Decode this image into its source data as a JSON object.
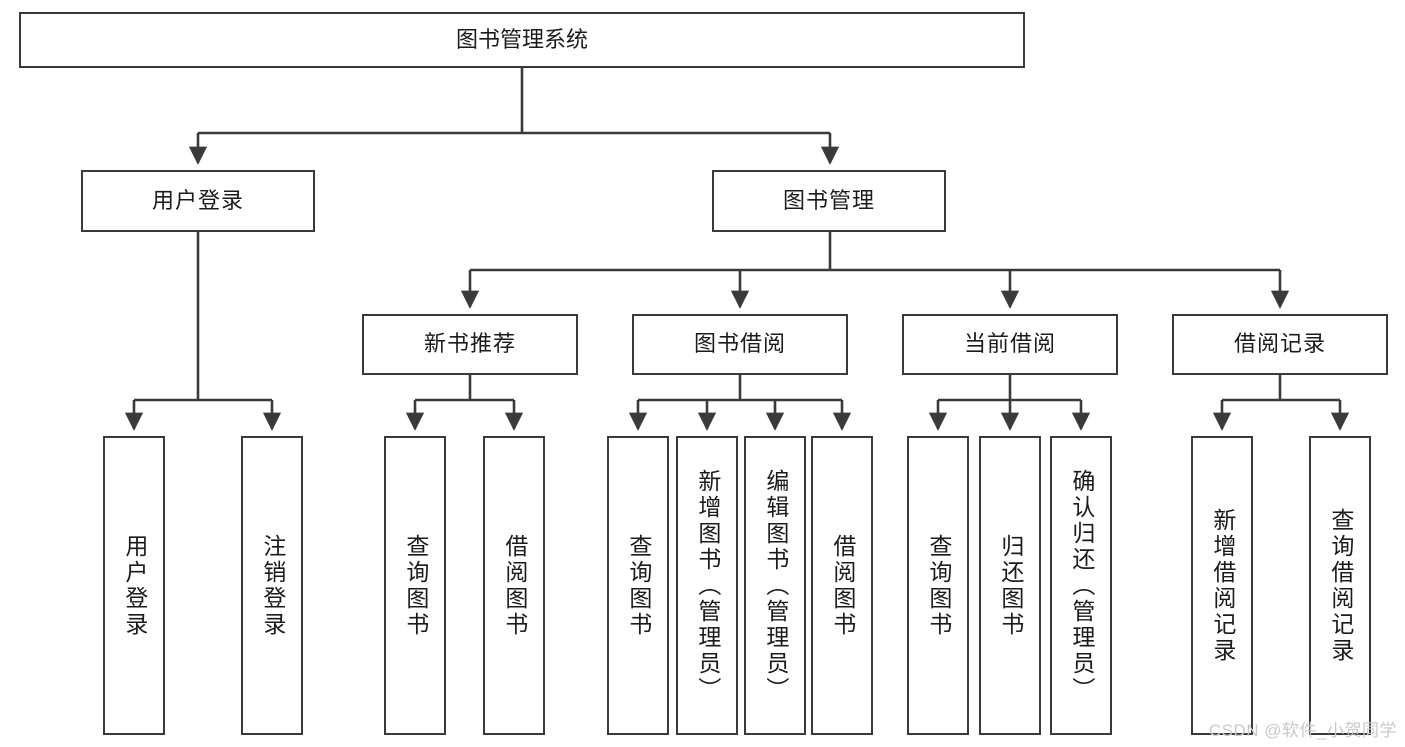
{
  "diagram": {
    "title": "图书管理系统",
    "type": "tree-hierarchy",
    "root": {
      "id": "root",
      "label": "图书管理系统"
    },
    "level2": [
      {
        "id": "user-login",
        "label": "用户登录"
      },
      {
        "id": "book-manage",
        "label": "图书管理"
      }
    ],
    "level3": [
      {
        "id": "new-book-rec",
        "label": "新书推荐"
      },
      {
        "id": "book-borrow",
        "label": "图书借阅"
      },
      {
        "id": "current-borrow",
        "label": "当前借阅"
      },
      {
        "id": "borrow-record",
        "label": "借阅记录"
      }
    ],
    "leaves": {
      "user_login": [
        {
          "id": "leaf-user-login",
          "label": "用户登录"
        },
        {
          "id": "leaf-user-logout",
          "label": "注销登录"
        }
      ],
      "new_book_rec": [
        {
          "id": "leaf-query-book-1",
          "label": "查询图书"
        },
        {
          "id": "leaf-borrow-book-1",
          "label": "借阅图书"
        }
      ],
      "book_borrow": [
        {
          "id": "leaf-query-book-2",
          "label": "查询图书"
        },
        {
          "id": "leaf-add-book",
          "label": "新增图书（管理员）"
        },
        {
          "id": "leaf-edit-book",
          "label": "编辑图书（管理员）"
        },
        {
          "id": "leaf-borrow-book-2",
          "label": "借阅图书"
        }
      ],
      "current_borrow": [
        {
          "id": "leaf-query-book-3",
          "label": "查询图书"
        },
        {
          "id": "leaf-return-book",
          "label": "归还图书"
        },
        {
          "id": "leaf-confirm-return",
          "label": "确认归还（管理员）"
        }
      ],
      "borrow_record": [
        {
          "id": "leaf-add-record",
          "label": "新增借阅记录"
        },
        {
          "id": "leaf-query-record",
          "label": "查询借阅记录"
        }
      ]
    }
  },
  "watermark": {
    "text": "CSDN @软件_小贺同学"
  },
  "colors": {
    "stroke": "#3a3a3a",
    "text": "#1b1b1b",
    "background": "#ffffff",
    "watermark": "#c9c9c9"
  }
}
